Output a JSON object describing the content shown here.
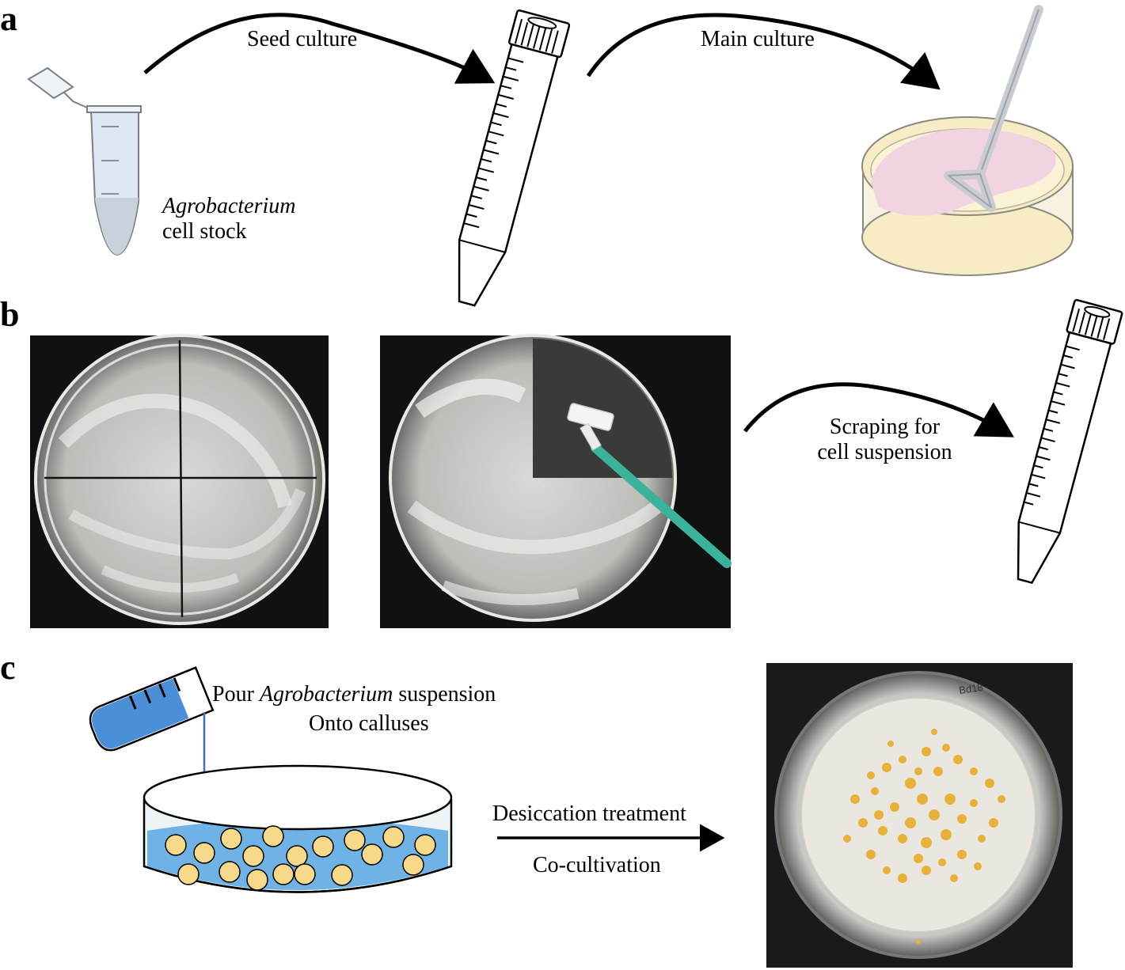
{
  "panels": {
    "a": {
      "label": "a",
      "stock_label_italic": "Agrobacterium",
      "stock_label_rest": "cell stock",
      "arrow1": "Seed culture",
      "arrow2": "Main culture"
    },
    "b": {
      "label": "b",
      "arrow": [
        "Scraping for",
        "cell suspension"
      ]
    },
    "c": {
      "label": "c",
      "pour_prefix": "Pour",
      "pour_italic": "Agrobacterium",
      "pour_suffix": "suspension",
      "pour_line2": "Onto calluses",
      "arrow_top": "Desiccation treatment",
      "arrow_bottom": "Co-cultivation",
      "dish_mark": "Bd18"
    }
  },
  "colors": {
    "tube_fill": "#dfe8f2",
    "plate_agar": "#f7ecc6",
    "plate_lawn": "#f2d3e2",
    "spreader": "#3bb39a",
    "liquid": "#6fb3e6",
    "callus": "#f7d98a",
    "photo_bg": "#111111"
  }
}
